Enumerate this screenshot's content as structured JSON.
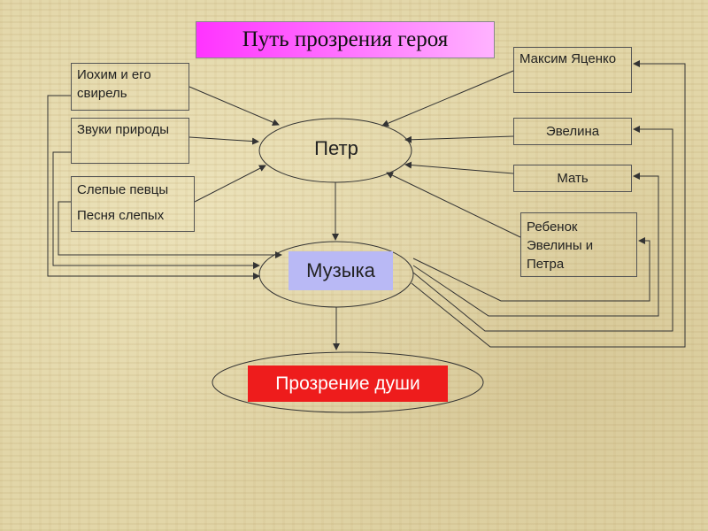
{
  "title": "Путь прозрения героя",
  "nodes": {
    "iokhim": "Иохим и его свирель",
    "zvuki": "Звуки природы",
    "slepye_pevtsy": "Слепые певцы",
    "pesnya": "Песня слепых",
    "maksim": "Максим Яценко",
    "evelina": "Эвелина",
    "mat": "Мать",
    "rebenok": "Ребенок Эвелины и Петра",
    "petr": "Петр",
    "muzyka": "Музыка",
    "prozrenie": "Прозрение души"
  },
  "colors": {
    "title_bg": "#ff33ff",
    "muzyka_bg": "#b9b9f5",
    "prozrenie_bg": "#ee1c1c",
    "line": "#333333"
  }
}
